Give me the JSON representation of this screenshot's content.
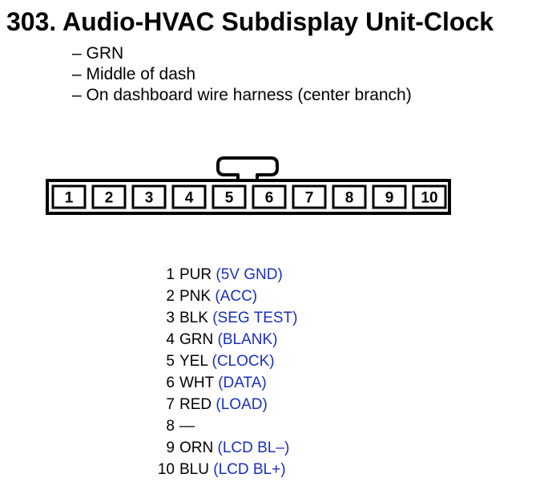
{
  "header": {
    "title": "303. Audio-HVAC Subdisplay Unit-Clock"
  },
  "notes": [
    "– GRN",
    "– Middle of dash",
    "– On dashboard wire harness (center branch)"
  ],
  "connector": {
    "pins": [
      "1",
      "2",
      "3",
      "4",
      "5",
      "6",
      "7",
      "8",
      "9",
      "10"
    ]
  },
  "pinout": [
    {
      "num": "1",
      "wire": "PUR",
      "func": "(5V GND)"
    },
    {
      "num": "2",
      "wire": "PNK",
      "func": "(ACC)"
    },
    {
      "num": "3",
      "wire": "BLK",
      "func": "(SEG TEST)"
    },
    {
      "num": "4",
      "wire": "GRN",
      "func": "(BLANK)"
    },
    {
      "num": "5",
      "wire": "YEL",
      "func": "(CLOCK)"
    },
    {
      "num": "6",
      "wire": "WHT",
      "func": "(DATA)"
    },
    {
      "num": "7",
      "wire": "RED",
      "func": "(LOAD)"
    },
    {
      "num": "8",
      "wire": "—",
      "func": ""
    },
    {
      "num": "9",
      "wire": "ORN",
      "func": "(LCD BL–)"
    },
    {
      "num": "10",
      "wire": "BLU",
      "func": "(LCD BL+)"
    }
  ],
  "colors": {
    "function_text": "#1a2ec4"
  }
}
